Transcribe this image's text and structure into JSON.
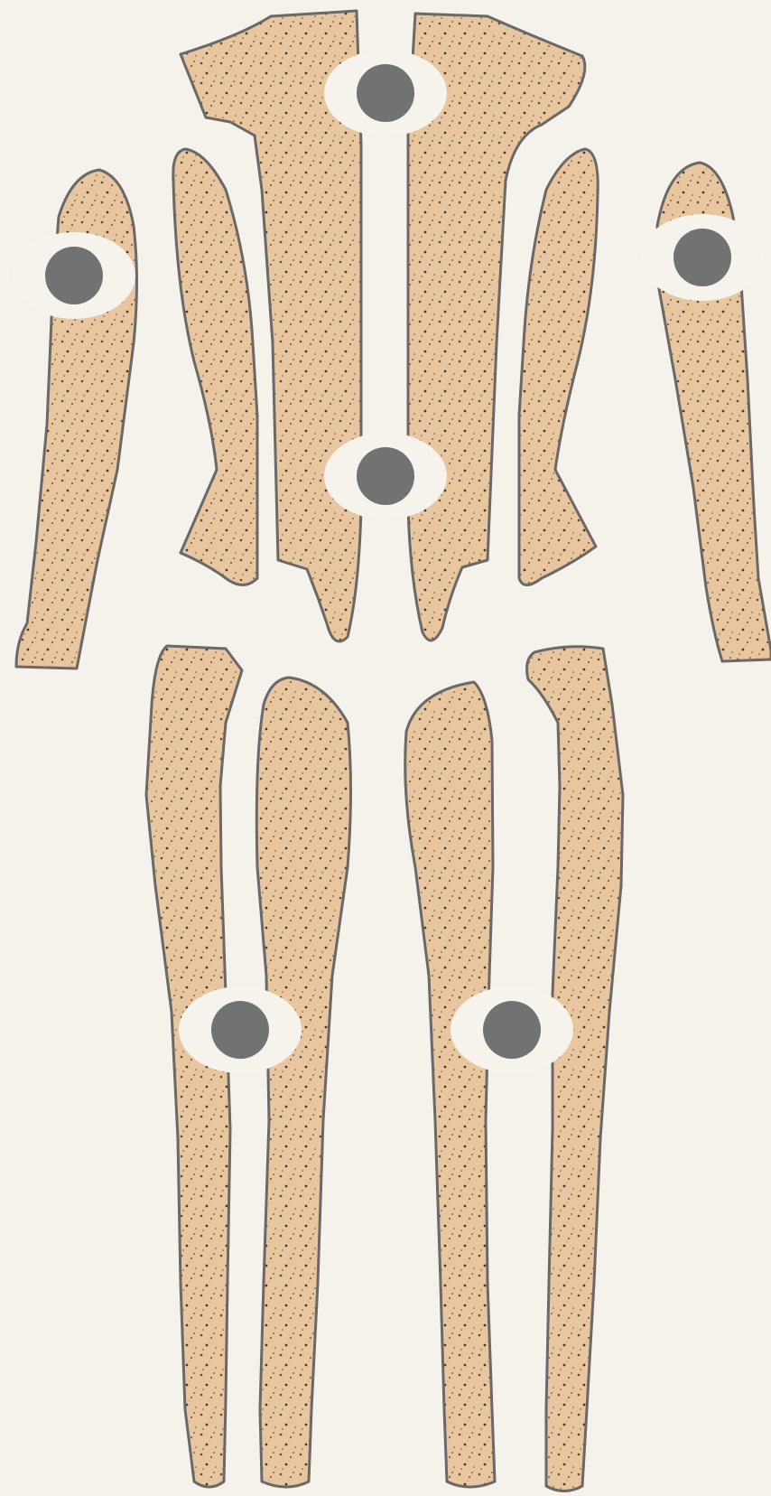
{
  "colors": {
    "background": "#f4f2eb",
    "board": "#e7c6a0",
    "board_speckle": "#5e4a32",
    "outline": "#6b6868",
    "joint_hole": "#f6f3ec",
    "joint_pin": "#727272"
  },
  "figure": {
    "kind": "articulated cork-board body cutout",
    "pieces": [
      "torso-left",
      "torso-right",
      "flank-left",
      "flank-right",
      "arm-left",
      "arm-right",
      "thigh-outer-left",
      "shin-inner-left",
      "shin-inner-right",
      "thigh-outer-right"
    ],
    "joints": [
      "neck",
      "waist",
      "shoulder-left",
      "shoulder-right",
      "knee-left",
      "knee-right"
    ]
  }
}
